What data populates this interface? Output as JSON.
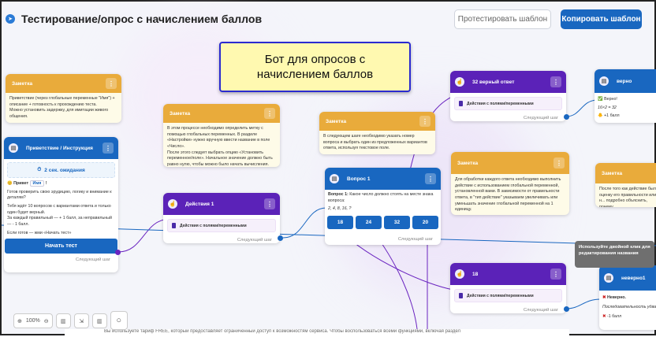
{
  "header": {
    "title": "Тестирование/опрос с начислением баллов",
    "test_label": "Протестировать шаблон",
    "copy_label": "Копировать шаблон"
  },
  "colors": {
    "accent": "#1967c0",
    "purple": "#5b22b8",
    "note": "#e9ab3b"
  },
  "canvas": {
    "title_box": "Бот для опросов с\nначислением баллов",
    "note_label": "Заметка",
    "next_step": "Следующий шаг",
    "action_label": "Действия с полями/переменными",
    "notes": [
      "Приветствие (через глобальные переменные \"Имя\") + описание + готовность к прохождению теста.\nМожно установить задержку, для имитации живого общения.",
      "В этом процессе необходимо определить метку с помощью глобальных переменных. В разделе «Настройки» нужно вручную ввести название в поле «Число».\nПосле этого следует выбрать опцию «Установить переменное/поле». Начальное значение должно быть равно нулю, чтобы можно было начать вычисления.",
      "В следующем шаге необходимо указать номер вопроса и выбрать один из предложенных вариантов ответа, используя текстовое поле.",
      "Для обработки каждого ответа необходимо выполнить действие с использованием глобальной переменной, установленной вами. В зависимости от правильности ответа, в \"тип действие\" указываем увеличивать или уменьшать значение глобальной переменной на 1 единицу.",
      "После того как действие было... оценку его правильности или н... подробно объяснить, почему."
    ],
    "greeting": {
      "title": "Приветствие / Инструкция",
      "delay": "2 сек. ожидания",
      "hello": "Привет",
      "var": "Имя",
      "line1": "Готов проверить свою эрудицию, логику и внимание к деталям?",
      "line2": "Тебя ждёт 10 вопросов с вариантами ответа и только один будет верный.\nЗа каждый правильный — + 1 балл, за неправильный — - 1 балл.",
      "line3": "Если готов — жми «Начать тест»",
      "button": "Начать тест"
    },
    "actions1": {
      "title": "Действия 1"
    },
    "question": {
      "title": "Вопрос 1",
      "q_label": "Вопрос 1:",
      "q_text": " Какое число должно стоять на месте знака вопроса:",
      "seq": "2, 4, 8, 16, ?",
      "answers": [
        "18",
        "24",
        "32",
        "20"
      ]
    },
    "right32": {
      "title": "32 верный ответ"
    },
    "wrong18": {
      "title": "18"
    },
    "correct": {
      "title": "верно",
      "l1": "Верно!",
      "l2": "16×2 = 32",
      "l3": "+1 балл"
    },
    "incorrect": {
      "title": "неверно1",
      "l1": "Неверно.",
      "l2": "Последовательность удваи...",
      "l3": "-1 балл"
    },
    "tooltip": "Используйте двойной клик для редактирования названия"
  },
  "toolbar": {
    "zoom": "100%"
  },
  "banner": "Вы используете тариф FREE, который предоставляет ограниченный доступ к возможностям сервиса. Чтобы воспользоваться всеми функциями, включая раздел"
}
